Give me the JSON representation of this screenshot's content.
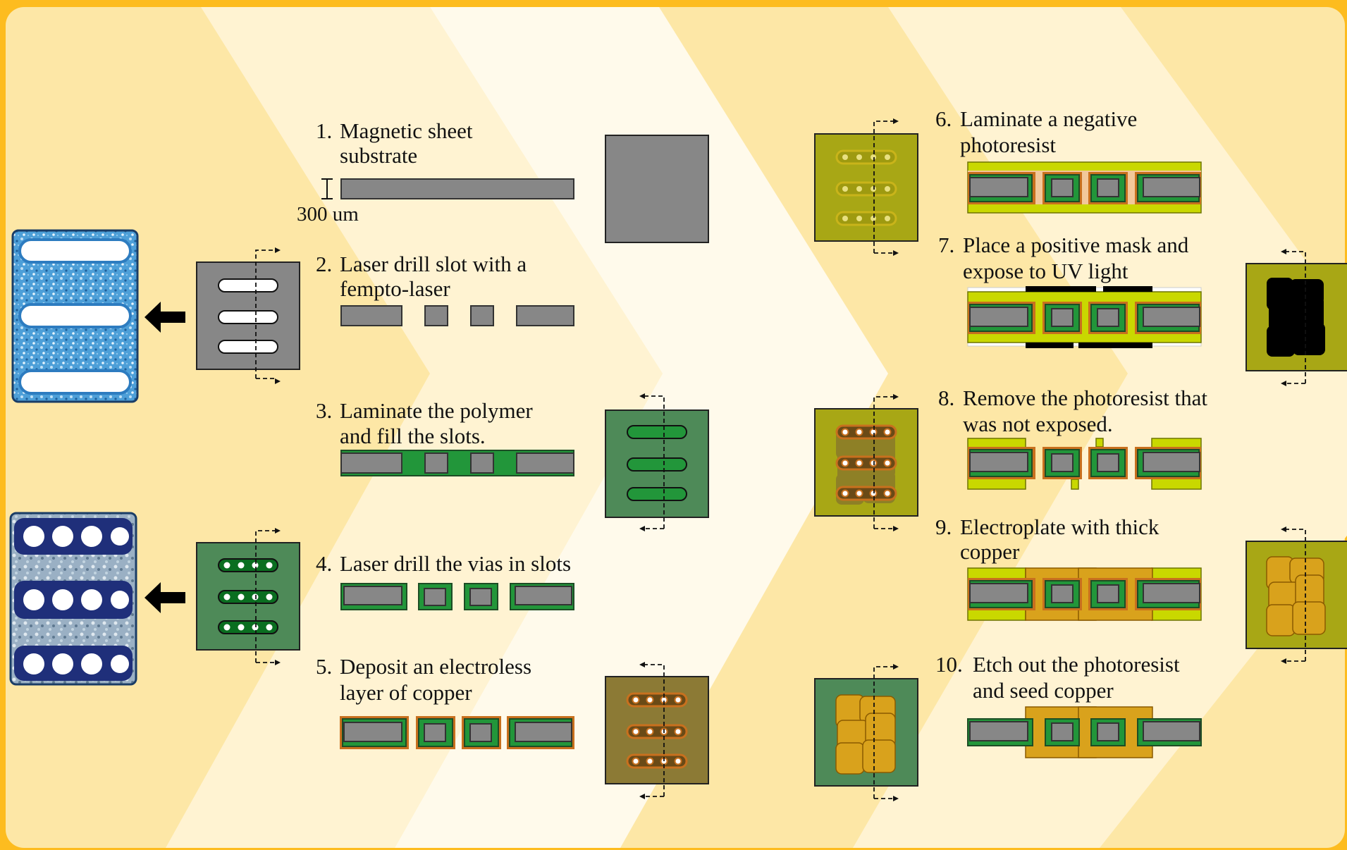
{
  "steps": [
    {
      "number": "1.",
      "lines": [
        "Magnetic sheet",
        "substrate"
      ]
    },
    {
      "number": "2.",
      "lines": [
        "Laser drill slot with a",
        "fempto-laser"
      ]
    },
    {
      "number": "3.",
      "lines": [
        "Laminate the polymer",
        "and fill the slots."
      ]
    },
    {
      "number": "4.",
      "lines": [
        "Laser drill the vias in slots"
      ]
    },
    {
      "number": "5.",
      "lines": [
        "Deposit an electroless",
        "layer of copper"
      ]
    },
    {
      "number": "6.",
      "lines": [
        "Laminate a negative",
        "photoresist"
      ]
    },
    {
      "number": "7.",
      "lines": [
        "Place a positive mask and",
        "expose to UV light"
      ]
    },
    {
      "number": "8.",
      "lines": [
        "Remove the photoresist that",
        "was not exposed."
      ]
    },
    {
      "number": "9.",
      "lines": [
        "Electroplate with thick",
        "copper"
      ]
    },
    {
      "number": "10.",
      "lines": [
        "Etch out the photoresist",
        "and seed copper"
      ]
    }
  ],
  "thickness_label": "300 um",
  "colors": {
    "border": "#fdbc1f",
    "background": "#fde7a6",
    "band_light": "#fff3d2",
    "band_lighter": "#fffaeb",
    "magnetic_gray": "#878787",
    "polymer_green": "#22963a",
    "polymer_panel": "#4e8a58",
    "copper_orange": "#c8701e",
    "seed_panel": "#8c7a35",
    "photoresist_yellow": "#c9d800",
    "resist_panel": "#a8a715",
    "plated_copper": "#d9a21c",
    "mask_black": "#000000",
    "photo_blue": "#2f7fc0"
  },
  "icons": [
    "left-arrow-icon",
    "section-cut-icon",
    "thickness-marker-icon"
  ]
}
